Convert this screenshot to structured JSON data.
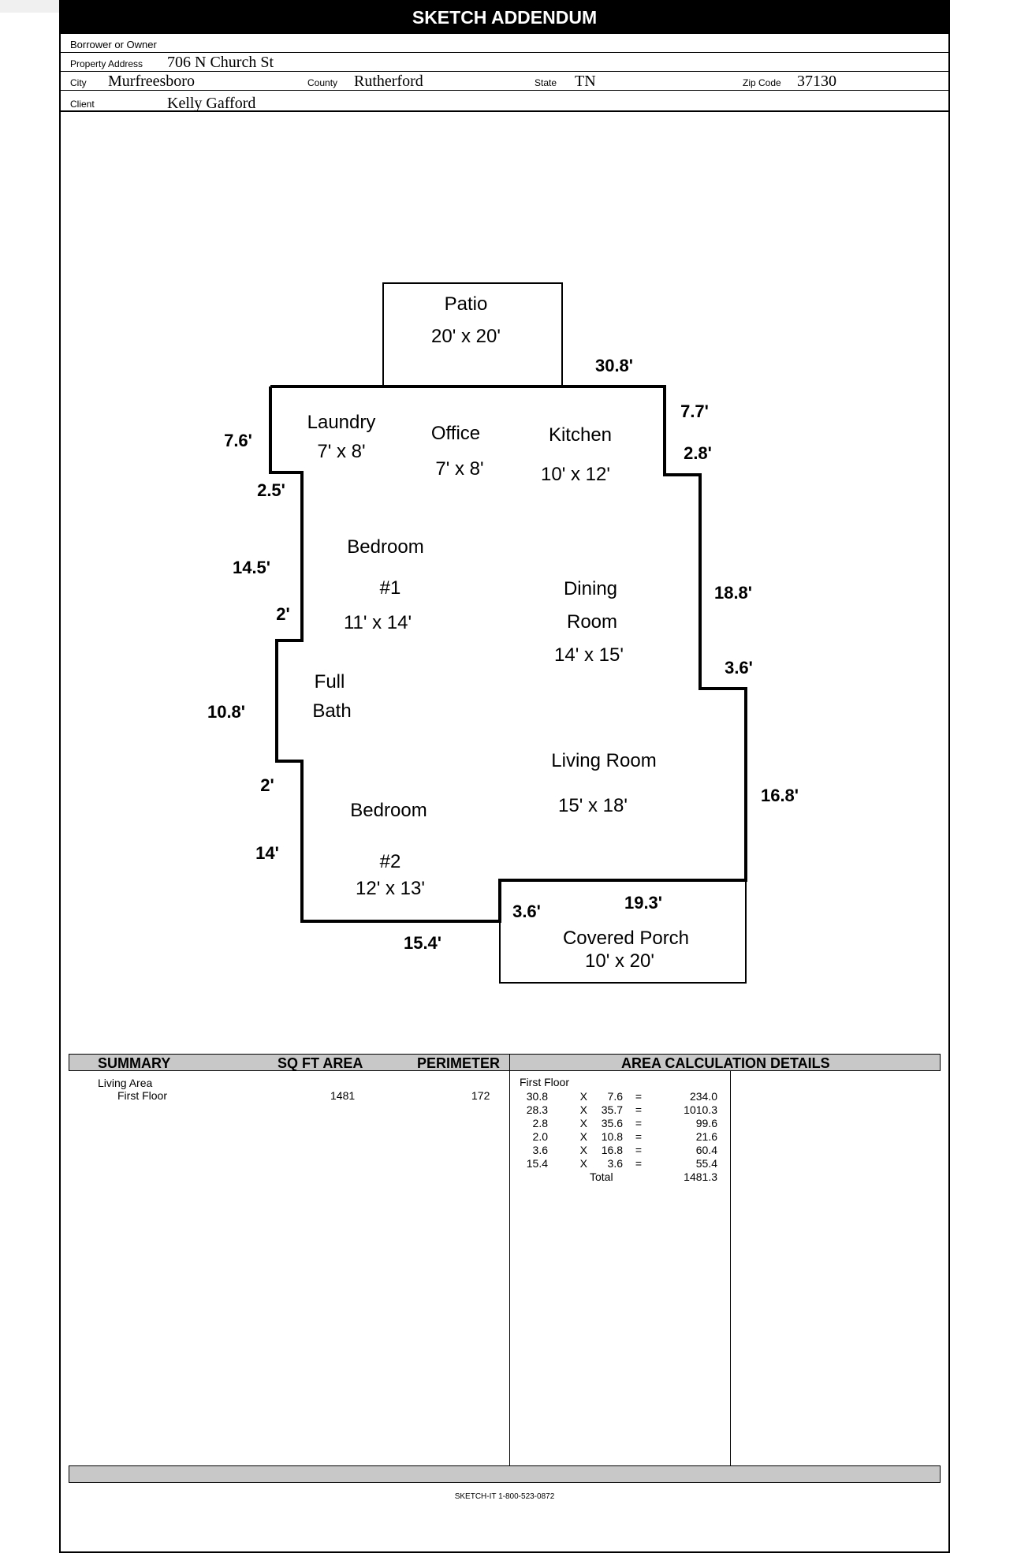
{
  "header": {
    "title": "SKETCH ADDENDUM",
    "borrower_label": "Borrower or Owner",
    "borrower_value": "",
    "address_label": "Property Address",
    "address_value": "706 N Church St",
    "city_label": "City",
    "city_value": "Murfreesboro",
    "county_label": "County",
    "county_value": "Rutherford",
    "state_label": "State",
    "state_value": "TN",
    "zip_label": "Zip Code",
    "zip_value": "37130",
    "client_label": "Client",
    "client_value": "Kelly Gafford"
  },
  "sketch": {
    "rooms": {
      "patio": "Patio",
      "patio_size": "20' x 20'",
      "laundry": "Laundry",
      "laundry_size": "7' x 8'",
      "office": "Office",
      "office_size": "7' x 8'",
      "kitchen": "Kitchen",
      "kitchen_size": "10' x 12'",
      "bedroom1": "Bedroom",
      "bedroom1_num": "#1",
      "bedroom1_size": "11' x 14'",
      "dining1": "Dining",
      "dining2": "Room",
      "dining_size": "14' x 15'",
      "bath1": "Full",
      "bath2": "Bath",
      "living": "Living Room",
      "living_size": "15' x 18'",
      "bedroom2": "Bedroom",
      "bedroom2_num": "#2",
      "bedroom2_size": "12' x 13'",
      "porch": "Covered Porch",
      "porch_size": "10' x 20'"
    },
    "dims": {
      "top": "30.8'",
      "right_top": "7.7'",
      "right_step": "2.8'",
      "right_mid": "18.8'",
      "right_step2": "3.6'",
      "right_bottom": "16.8'",
      "bottom_right": "19.3'",
      "bottom_step": "3.6'",
      "bottom_left": "15.4'",
      "left_bottom": "14'",
      "left_step2": "2'",
      "left_mid": "10.8'",
      "left_step1": "2'",
      "left_upper": "14.5'",
      "left_step0": "2.5'",
      "left_top": "7.6'"
    }
  },
  "summary": {
    "col_summary": "SUMMARY",
    "col_area": "SQ FT AREA",
    "col_perimeter": "PERIMETER",
    "col_details": "AREA CALCULATION DETAILS",
    "living_area": "Living Area",
    "first_floor": "First Floor",
    "area_value": "1481",
    "perimeter_value": "172",
    "details_heading": "First Floor",
    "calc_rows": [
      {
        "a": "30.8",
        "x": "X",
        "b": "7.6",
        "eq": "=",
        "r": "234.0"
      },
      {
        "a": "28.3",
        "x": "X",
        "b": "35.7",
        "eq": "=",
        "r": "1010.3"
      },
      {
        "a": "2.8",
        "x": "X",
        "b": "35.6",
        "eq": "=",
        "r": "99.6"
      },
      {
        "a": "2.0",
        "x": "X",
        "b": "10.8",
        "eq": "=",
        "r": "21.6"
      },
      {
        "a": "3.6",
        "x": "X",
        "b": "16.8",
        "eq": "=",
        "r": "60.4"
      },
      {
        "a": "15.4",
        "x": "X",
        "b": "3.6",
        "eq": "=",
        "r": "55.4"
      }
    ],
    "total_label": "Total",
    "total_value": "1481.3"
  },
  "footer": "SKETCH-IT 1-800-523-0872"
}
